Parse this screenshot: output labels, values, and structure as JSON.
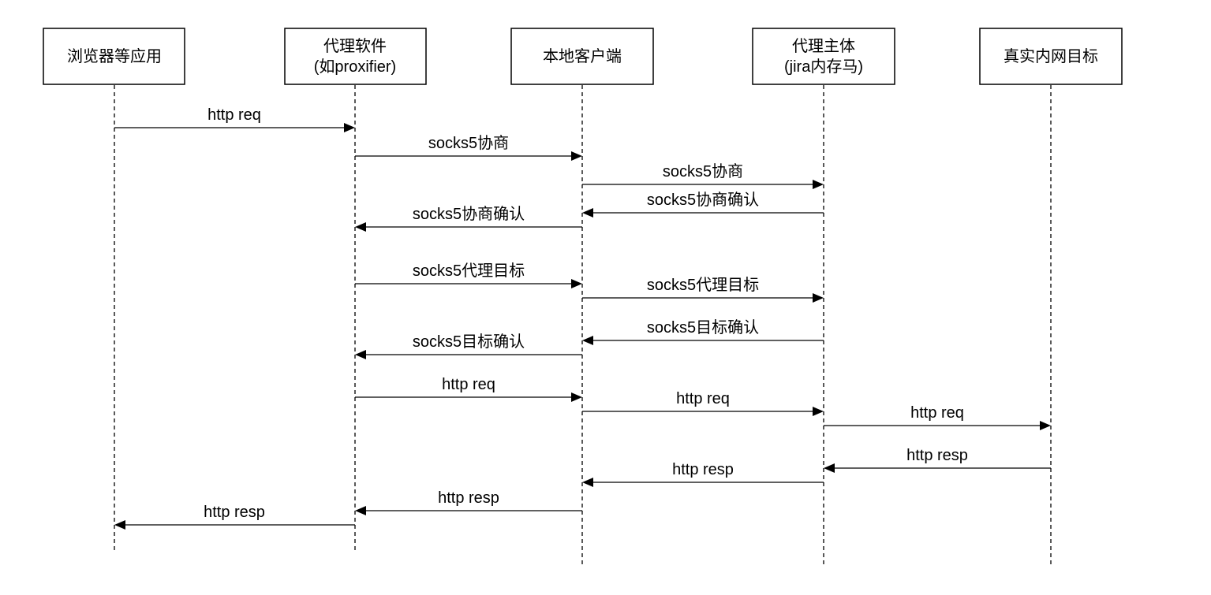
{
  "participants": [
    {
      "id": "browser",
      "lines": [
        "浏览器等应用"
      ]
    },
    {
      "id": "proxy_software",
      "lines": [
        "代理软件",
        "(如proxifier)"
      ]
    },
    {
      "id": "local_client",
      "lines": [
        "本地客户端"
      ]
    },
    {
      "id": "proxy_host",
      "lines": [
        "代理主体",
        "(jira内存马)"
      ]
    },
    {
      "id": "intranet_target",
      "lines": [
        "真实内网目标"
      ]
    }
  ],
  "messages": [
    {
      "from": "browser",
      "to": "proxy_software",
      "label": "http req"
    },
    {
      "from": "proxy_software",
      "to": "local_client",
      "label": "socks5协商"
    },
    {
      "from": "local_client",
      "to": "proxy_host",
      "label": "socks5协商"
    },
    {
      "from": "proxy_host",
      "to": "local_client",
      "label": "socks5协商确认"
    },
    {
      "from": "local_client",
      "to": "proxy_software",
      "label": "socks5协商确认"
    },
    {
      "from": "proxy_software",
      "to": "local_client",
      "label": "socks5代理目标"
    },
    {
      "from": "local_client",
      "to": "proxy_host",
      "label": "socks5代理目标"
    },
    {
      "from": "proxy_host",
      "to": "local_client",
      "label": "socks5目标确认"
    },
    {
      "from": "local_client",
      "to": "proxy_software",
      "label": "socks5目标确认"
    },
    {
      "from": "proxy_software",
      "to": "local_client",
      "label": "http req"
    },
    {
      "from": "local_client",
      "to": "proxy_host",
      "label": "http req"
    },
    {
      "from": "proxy_host",
      "to": "intranet_target",
      "label": "http req"
    },
    {
      "from": "intranet_target",
      "to": "proxy_host",
      "label": "http resp"
    },
    {
      "from": "proxy_host",
      "to": "local_client",
      "label": "http resp"
    },
    {
      "from": "local_client",
      "to": "proxy_software",
      "label": "http resp"
    },
    {
      "from": "proxy_software",
      "to": "browser",
      "label": "http resp"
    }
  ]
}
